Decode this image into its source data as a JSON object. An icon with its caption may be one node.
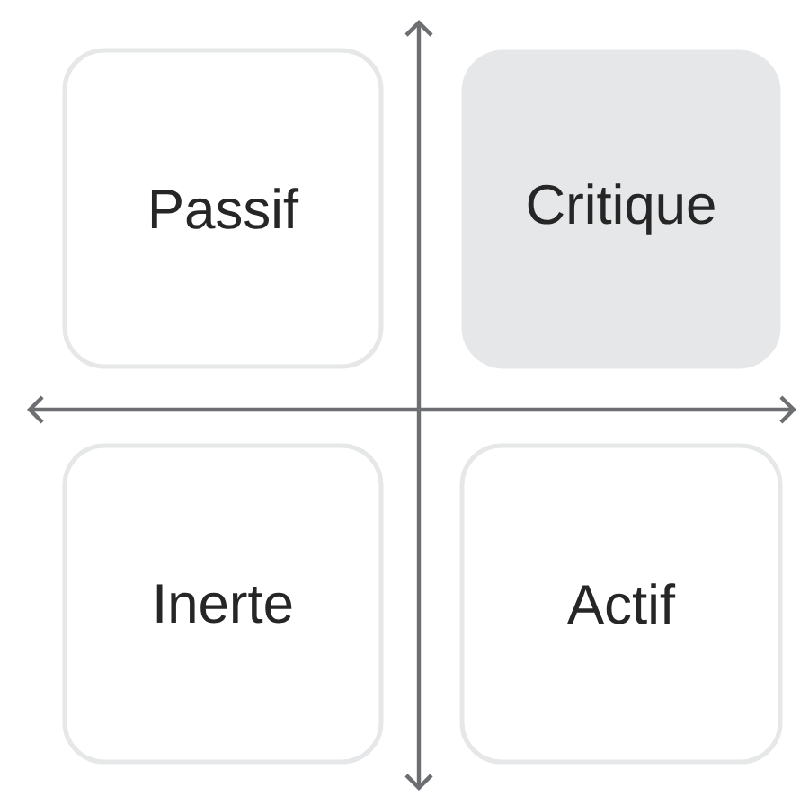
{
  "diagram": {
    "nodes": [
      {
        "text": [
          "Passif"
        ]
      },
      {
        "text": [
          "Critique"
        ]
      },
      {
        "text": [
          "Inerte"
        ]
      },
      {
        "text": [
          "Actif"
        ]
      }
    ]
  }
}
